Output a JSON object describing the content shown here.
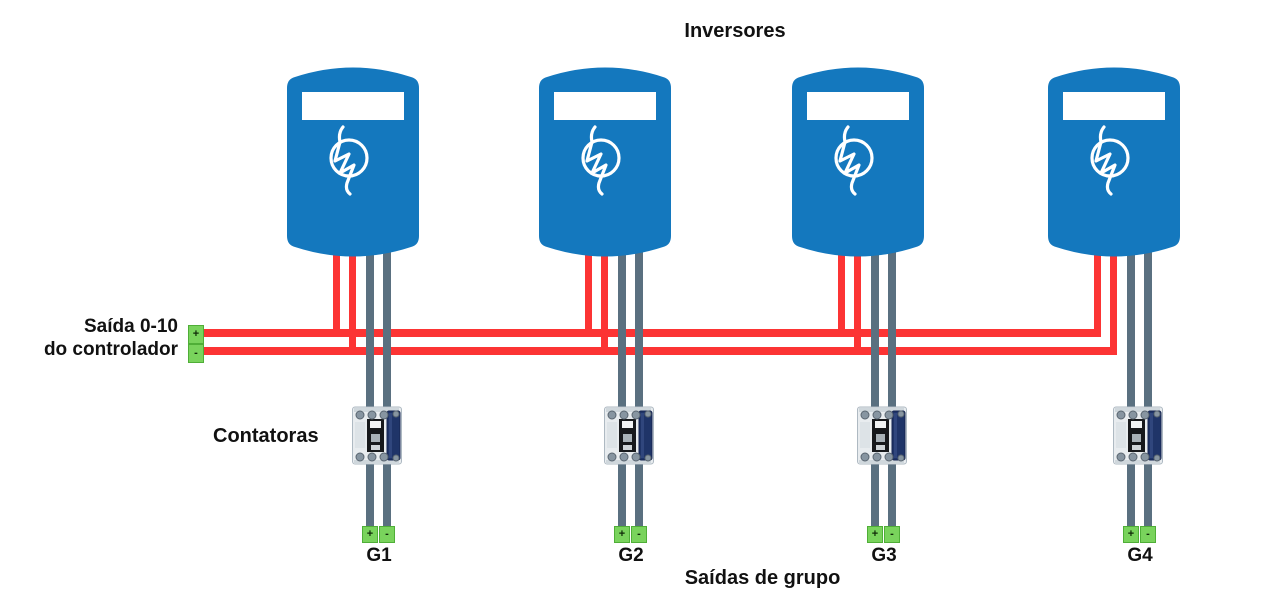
{
  "title": "Inversores",
  "controller": {
    "label_line1": "Saída 0-10",
    "label_line2": "do controlador",
    "plus_terminal": "+",
    "minus_terminal": "-"
  },
  "contactors_label": "Contatoras",
  "group_outputs_label": "Saídas de grupo",
  "groups": [
    {
      "label": "G1",
      "plus": "+",
      "minus": "-"
    },
    {
      "label": "G2",
      "plus": "+",
      "minus": "-"
    },
    {
      "label": "G3",
      "plus": "+",
      "minus": "-"
    },
    {
      "label": "G4",
      "plus": "+",
      "minus": "-"
    }
  ],
  "icons": {
    "inverter_logo": "lightning-bolt-in-circle",
    "contactor": "electrical-contactor"
  },
  "colors": {
    "inverter_blue": "#1478be",
    "wire_red": "#fc3434",
    "wire_gray": "#5a7080",
    "terminal_green": "#79d35c",
    "contactor_navy": "#1f3468"
  }
}
